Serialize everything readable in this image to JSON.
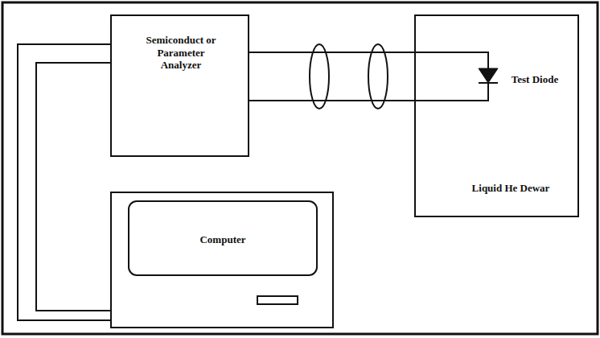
{
  "diagram": {
    "nodes": [
      {
        "text": [
          "Semiconduct or Parameter Analyzer"
        ]
      },
      {
        "text": [
          "Test Diode",
          "Liquid He Dewar"
        ]
      },
      {
        "text": [
          "Computer"
        ]
      }
    ],
    "edges": [
      {
        "from": 0,
        "to": 1,
        "arrow": "none"
      },
      {
        "from": 2,
        "to": 0,
        "arrow": "none"
      }
    ]
  }
}
